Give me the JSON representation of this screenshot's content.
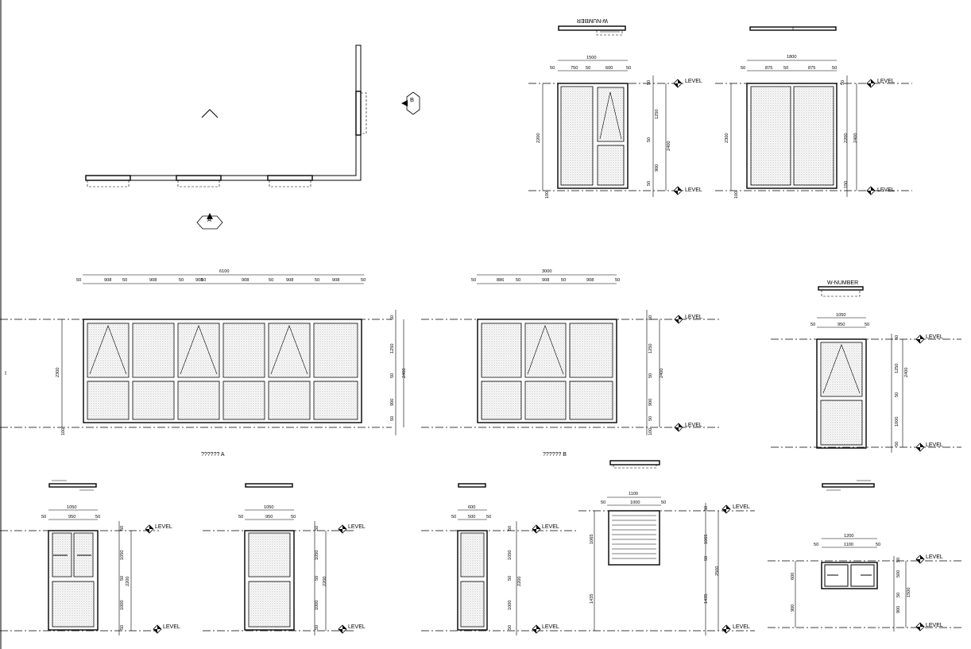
{
  "annotations": {
    "level": "LEVEL",
    "w_number": "W-NUMBER",
    "label_a": "A",
    "label_b": "B",
    "elevation_a": "?????? A",
    "elevation_b": "?????? B"
  },
  "dims_top1": {
    "overall": "1500",
    "d1": "50",
    "d2": "750",
    "d3": "50",
    "d4": "600",
    "d5": "50",
    "v1": "50",
    "v2": "1250",
    "v3": "50",
    "v4": "900",
    "v5": "50",
    "v_total": "2400",
    "height": "2200",
    "base": "100"
  },
  "dims_top2": {
    "overall": "1800",
    "d1": "50",
    "d2": "875",
    "d3": "50",
    "d4": "875",
    "d5": "50",
    "v1": "50",
    "v_total": "2400",
    "v_mid": "2200",
    "v_last": "150",
    "height": "2300",
    "base": "100"
  },
  "dims_elev_a": {
    "overall": "6100",
    "d1": "50",
    "d2": "908",
    "d3": "50",
    "d4": "908",
    "d5": "50",
    "d6": "908",
    "d7": "50",
    "d8": "908",
    "d9": "50",
    "d10": "908",
    "d11": "50",
    "d12": "908",
    "d13": "50",
    "v1": "50",
    "v2": "1250",
    "v3": "50",
    "v4": "900",
    "v5": "50",
    "v_total": "2400",
    "height": "2300",
    "base": "100"
  },
  "dims_elev_b": {
    "overall": "3000",
    "d1": "50",
    "d2": "886",
    "d3": "50",
    "d4": "908",
    "d5": "50",
    "d6": "908",
    "d7": "50",
    "v1": "50",
    "v2": "1250",
    "v3": "50",
    "v4": "900",
    "v5": "50",
    "v_total": "2400",
    "base": "100"
  },
  "dims_right": {
    "overall": "1050",
    "d1": "50",
    "d2": "950",
    "d3": "50",
    "v1": "50",
    "v2": "1250",
    "v3": "50",
    "v4": "1000",
    "v5": "50",
    "v_total": "2400"
  },
  "dims_d1": {
    "overall": "1050",
    "d1": "50",
    "d2": "950",
    "d3": "50",
    "v1": "50",
    "v2": "1050",
    "v3": "50",
    "v4": "1000",
    "v5": "50",
    "v_total": "2200"
  },
  "dims_d2": {
    "overall": "1050",
    "d1": "50",
    "d2": "950",
    "d3": "50",
    "v1": "50",
    "v2": "1050",
    "v3": "50",
    "v4": "1000",
    "v5": "50",
    "v_total": "2200"
  },
  "dims_d3": {
    "overall": "600",
    "d1": "50",
    "d2": "500",
    "d3": "50",
    "v1": "50",
    "v2": "1050",
    "v3": "50",
    "v4": "1000",
    "v5": "50",
    "v_total": "2200"
  },
  "dims_louvre": {
    "overall": "1100",
    "d1": "50",
    "d2": "1000",
    "d3": "50",
    "v1": "50",
    "v2": "1065",
    "v3": "1435",
    "v_total": "2500",
    "r1": "1065",
    "r2": "50",
    "r3": "1435"
  },
  "dims_win": {
    "overall": "1200",
    "d1": "50",
    "d2": "1100",
    "d3": "50",
    "v1": "600",
    "v2": "900",
    "r1": "50",
    "r2": "500",
    "r3": "50",
    "r4": "900",
    "v_total": "1500"
  }
}
